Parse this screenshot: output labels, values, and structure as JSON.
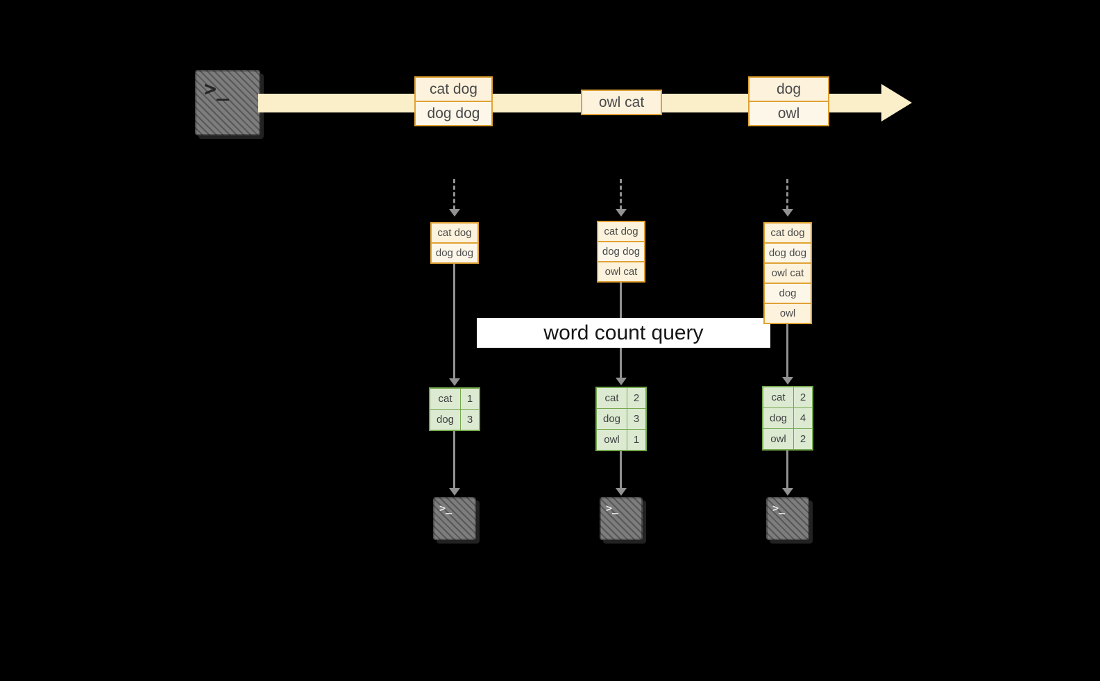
{
  "icons": {
    "prompt": ">_"
  },
  "query_banner": {
    "label": "word count query"
  },
  "stream": {
    "events": [
      {
        "items": [
          "cat dog",
          "dog dog"
        ]
      },
      {
        "items": [
          "owl cat"
        ]
      },
      {
        "items": [
          "dog",
          "owl"
        ]
      }
    ]
  },
  "pipelines": [
    {
      "buffer": [
        "cat dog",
        "dog dog"
      ],
      "result": [
        {
          "word": "cat",
          "count": "1"
        },
        {
          "word": "dog",
          "count": "3"
        }
      ]
    },
    {
      "buffer": [
        "cat dog",
        "dog dog",
        "owl cat"
      ],
      "result": [
        {
          "word": "cat",
          "count": "2"
        },
        {
          "word": "dog",
          "count": "3"
        },
        {
          "word": "owl",
          "count": "1"
        }
      ]
    },
    {
      "buffer": [
        "cat dog",
        "dog dog",
        "owl cat",
        "dog",
        "owl"
      ],
      "result": [
        {
          "word": "cat",
          "count": "2"
        },
        {
          "word": "dog",
          "count": "4"
        },
        {
          "word": "owl",
          "count": "2"
        }
      ]
    }
  ],
  "colors": {
    "orange-border": "#e0a233",
    "cream-fill": "#fdf2dc",
    "stream-fill": "#fbefca",
    "green-border": "#76a94e",
    "green-fill": "#dcead2",
    "arrow-gray": "#929292",
    "icon-gray": "#7d7d7d",
    "banner-bg": "#ffffff"
  }
}
